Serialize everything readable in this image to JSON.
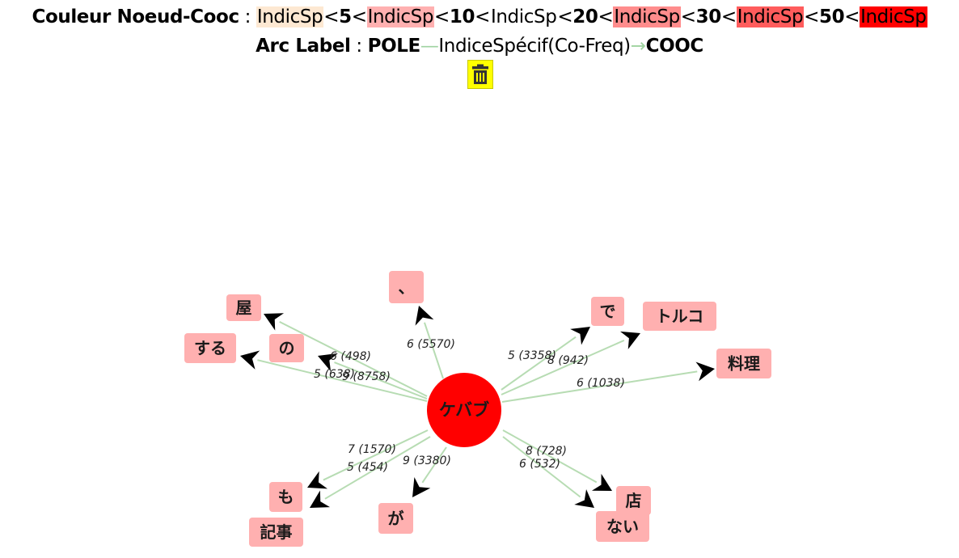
{
  "legend": {
    "node_label": "Couleur Noeud-Cooc",
    "sep": " : ",
    "token": "IndicSp",
    "lt": "<",
    "thresholds": [
      "5",
      "10",
      "20",
      "30",
      "50"
    ],
    "colors": [
      "#fde8d2",
      "#ffb0b0",
      "#ffffff",
      "#ff8c8c",
      "#ff5c5c",
      "#ff0000"
    ],
    "arc_label": "Arc Label",
    "pole": "POLE",
    "arc_dash": "—",
    "arc_mid": "IndiceSpécif(Co-Freq)",
    "arc_arrow": "→",
    "cooc": "COOC"
  },
  "trash": {
    "icon": "trash-icon"
  },
  "graph": {
    "center": {
      "label": "ケバブ",
      "color": "#ff0000"
    },
    "edge_color": "#b7dcb3",
    "node_color": "#ffb0b0",
    "nodes": [
      {
        "id": "comma",
        "label": "、",
        "edge_label": "6 (5570)"
      },
      {
        "id": "ya",
        "label": "屋",
        "edge_label": "6 (498)"
      },
      {
        "id": "no",
        "label": "の",
        "edge_label": "9 (8758)"
      },
      {
        "id": "suru",
        "label": "する",
        "edge_label": "5 (638)"
      },
      {
        "id": "de",
        "label": "で",
        "edge_label": "5 (3358)"
      },
      {
        "id": "toruko",
        "label": "トルコ",
        "edge_label": "8 (942)"
      },
      {
        "id": "ryouri",
        "label": "料理",
        "edge_label": "6 (1038)"
      },
      {
        "id": "mo",
        "label": "も",
        "edge_label": "7 (1570)"
      },
      {
        "id": "kiji",
        "label": "記事",
        "edge_label": "5 (454)"
      },
      {
        "id": "ga",
        "label": "が",
        "edge_label": "9 (3380)"
      },
      {
        "id": "mise",
        "label": "店",
        "edge_label": "8 (728)"
      },
      {
        "id": "nai",
        "label": "ない",
        "edge_label": "6 (532)"
      }
    ]
  }
}
